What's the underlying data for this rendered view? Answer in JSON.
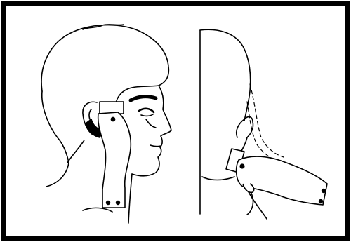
{
  "figure": {
    "panels": [
      {
        "id": "left-panel",
        "depicts": "side-profile-head-with-clipper-behind-ear"
      },
      {
        "id": "right-panel",
        "depicts": "back-of-head-with-clipper-at-neck"
      }
    ],
    "colors": {
      "line": "#000000",
      "background": "#ffffff",
      "frame": "#000000"
    }
  }
}
